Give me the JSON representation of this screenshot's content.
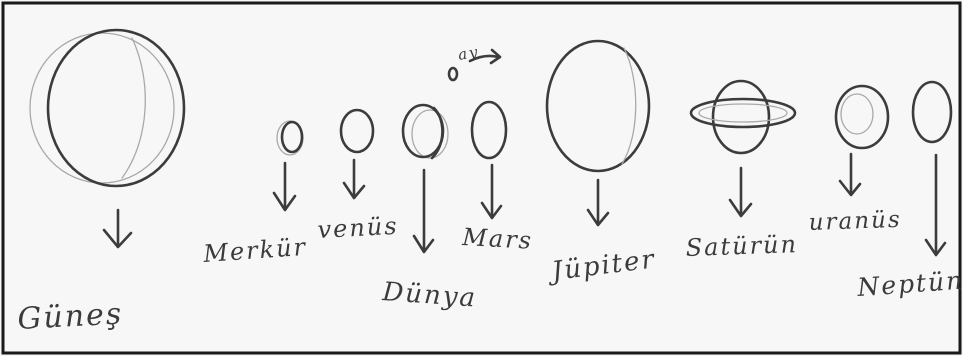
{
  "labels": {
    "sun": "Güneş",
    "mercury": "Merkür",
    "venus": "venüs",
    "earth": "Dünya",
    "moon": "ay",
    "mars": "Mars",
    "jupiter": "Jüpiter",
    "saturn": "Satürün",
    "uranus": "uranüs",
    "neptune": "Neptün"
  }
}
